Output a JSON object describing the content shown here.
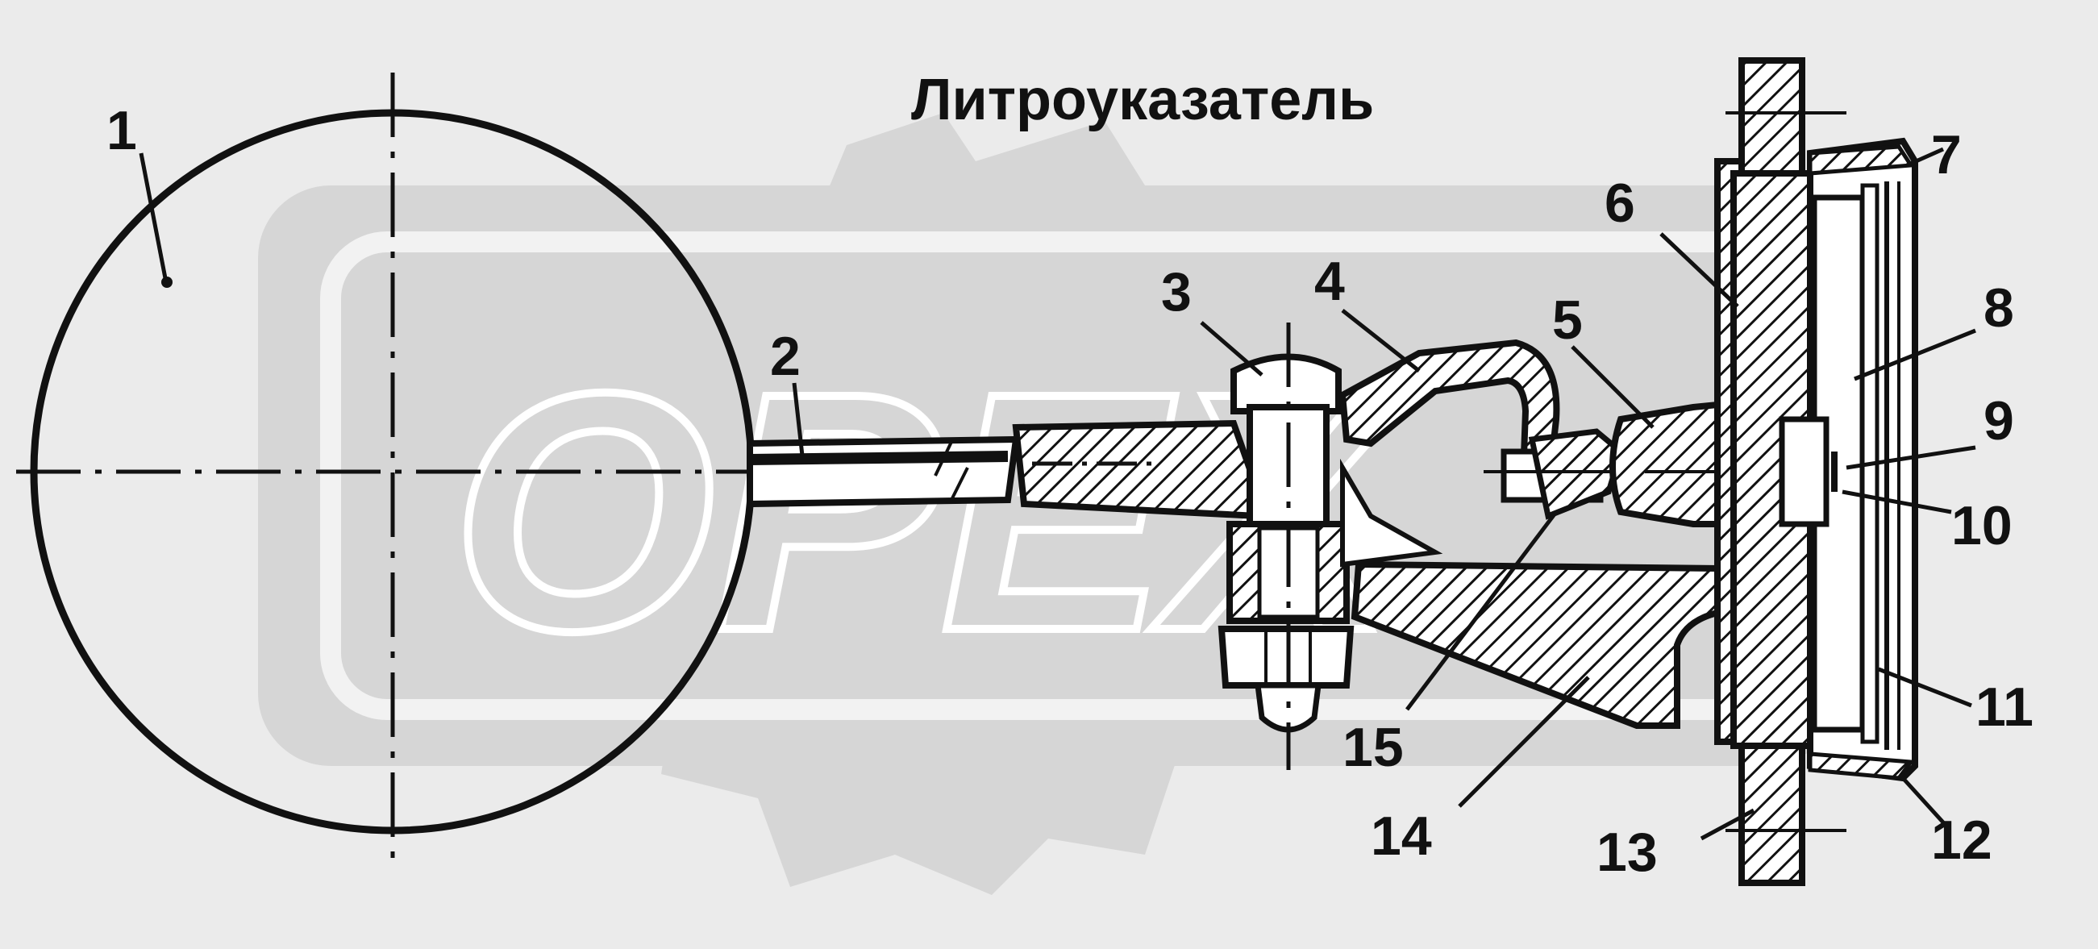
{
  "title": "Литроуказатель",
  "watermark": "OPEX",
  "colors": {
    "background": "#ebebeb",
    "watermark_fill": "#d6d6d6",
    "line": "#111111"
  },
  "callouts": [
    "1",
    "2",
    "3",
    "4",
    "5",
    "6",
    "7",
    "8",
    "9",
    "10",
    "11",
    "12",
    "13",
    "14",
    "15"
  ]
}
